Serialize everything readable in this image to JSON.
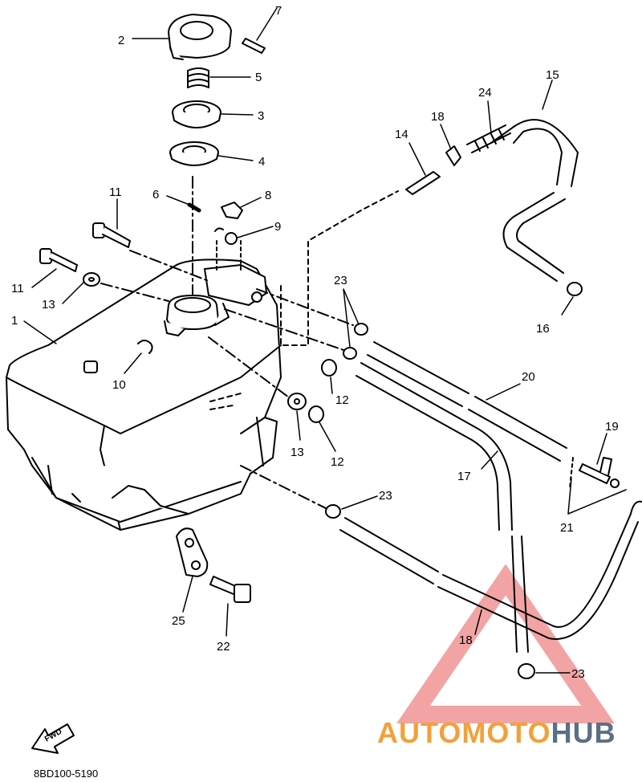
{
  "diagram": {
    "callouts": [
      {
        "id": "c7",
        "text": "7"
      },
      {
        "id": "c2",
        "text": "2"
      },
      {
        "id": "c5",
        "text": "5"
      },
      {
        "id": "c3",
        "text": "3"
      },
      {
        "id": "c4",
        "text": "4"
      },
      {
        "id": "c11a",
        "text": "11"
      },
      {
        "id": "c6",
        "text": "6"
      },
      {
        "id": "c8",
        "text": "8"
      },
      {
        "id": "c9",
        "text": "9"
      },
      {
        "id": "c11b",
        "text": "11"
      },
      {
        "id": "c13a",
        "text": "13"
      },
      {
        "id": "c1",
        "text": "1"
      },
      {
        "id": "c10",
        "text": "10"
      },
      {
        "id": "c23a",
        "text": "23"
      },
      {
        "id": "c12a",
        "text": "12"
      },
      {
        "id": "c13b",
        "text": "13"
      },
      {
        "id": "c12b",
        "text": "12"
      },
      {
        "id": "c14",
        "text": "14"
      },
      {
        "id": "c18a",
        "text": "18"
      },
      {
        "id": "c24",
        "text": "24"
      },
      {
        "id": "c15",
        "text": "15"
      },
      {
        "id": "c16",
        "text": "16"
      },
      {
        "id": "c20",
        "text": "20"
      },
      {
        "id": "c19",
        "text": "19"
      },
      {
        "id": "c17",
        "text": "17"
      },
      {
        "id": "c21",
        "text": "21"
      },
      {
        "id": "c23b",
        "text": "23"
      },
      {
        "id": "c25",
        "text": "25"
      },
      {
        "id": "c22",
        "text": "22"
      },
      {
        "id": "c18b",
        "text": "18"
      },
      {
        "id": "c23c",
        "text": "23"
      }
    ],
    "fwd_label": "FWD",
    "drawing_code": "8BD100-5190"
  },
  "watermark": {
    "part1": "AUTOMOTO",
    "part2": "HUB",
    "color_primary": "#f2a13a",
    "color_secondary": "#5a6f86",
    "triangle_color": "#e85a5a"
  }
}
